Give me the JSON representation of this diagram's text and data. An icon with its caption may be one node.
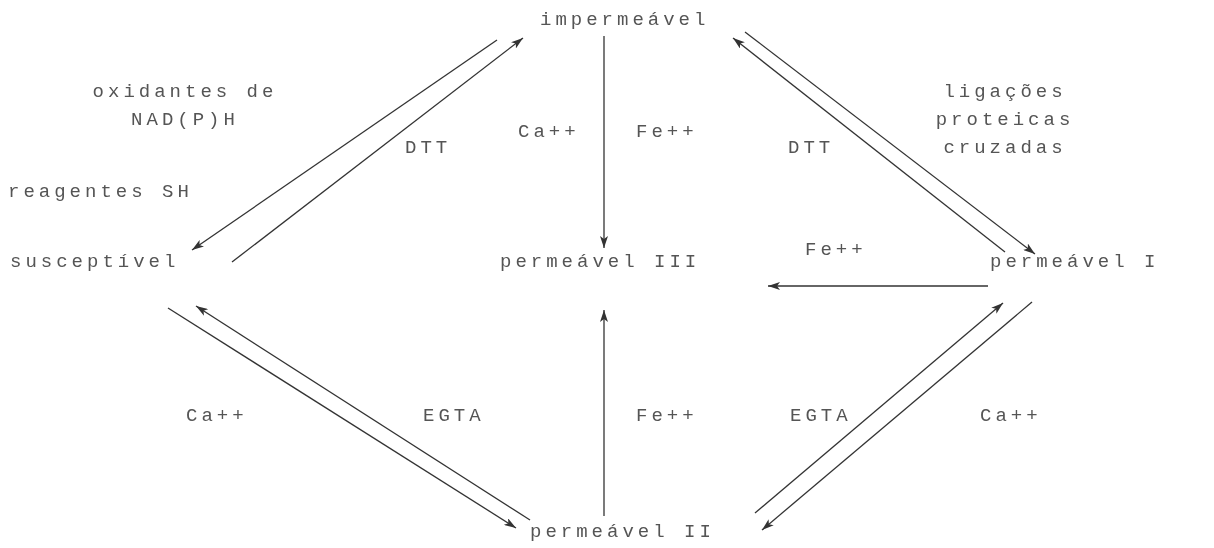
{
  "diagram": {
    "nodes": [
      {
        "text": [
          "impermeável"
        ]
      },
      {
        "text": [
          "susceptível"
        ]
      },
      {
        "text": [
          "permeável III"
        ]
      },
      {
        "text": [
          "permeável I"
        ]
      },
      {
        "text": [
          "permeável II"
        ]
      }
    ],
    "edges": [
      {
        "from": 0,
        "to": 1,
        "arrow": "to"
      },
      {
        "from": 1,
        "to": 0,
        "arrow": "to",
        "label": "DTT"
      },
      {
        "from": 0,
        "to": 2,
        "arrow": "to"
      },
      {
        "from": 0,
        "to": 3,
        "arrow": "to",
        "label": "ligações proteicas cruzadas"
      },
      {
        "from": 3,
        "to": 0,
        "arrow": "to",
        "label": "DTT"
      },
      {
        "from": 3,
        "to": 2,
        "arrow": "to",
        "label": "Fe++"
      },
      {
        "from": 1,
        "to": 4,
        "arrow": "to",
        "label": "Ca++"
      },
      {
        "from": 4,
        "to": 1,
        "arrow": "to",
        "label": "EGTA"
      },
      {
        "from": 4,
        "to": 2,
        "arrow": "to",
        "label": "Fe++"
      },
      {
        "from": 4,
        "to": 3,
        "arrow": "to",
        "label": "EGTA"
      },
      {
        "from": 3,
        "to": 4,
        "arrow": "to",
        "label": "Ca++"
      }
    ],
    "labels": [
      "oxidantes de NAD(P)H",
      "reagentes SH",
      "Ca++",
      "Fe++"
    ]
  }
}
